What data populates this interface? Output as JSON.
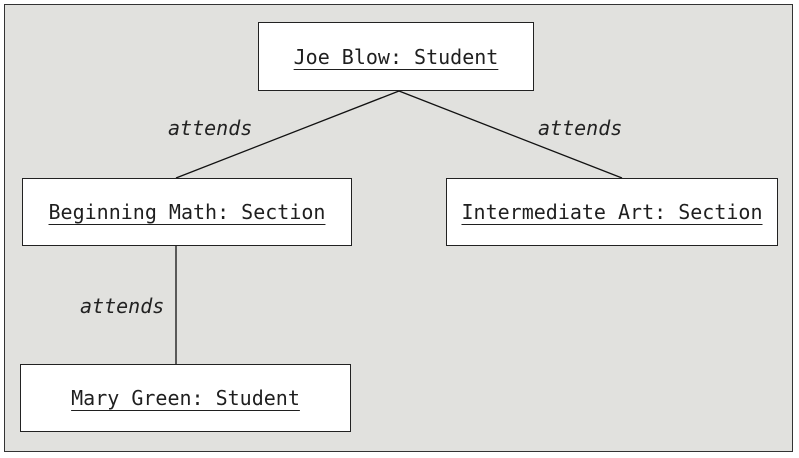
{
  "diagram": {
    "objects": {
      "joe": "Joe Blow: Student",
      "math": "Beginning Math: Section",
      "art": "Intermediate Art: Section",
      "mary": "Mary Green: Student"
    },
    "links": [
      {
        "from": "Joe Blow: Student",
        "to": "Beginning Math: Section",
        "label": "attends"
      },
      {
        "from": "Joe Blow: Student",
        "to": "Intermediate Art: Section",
        "label": "attends"
      },
      {
        "from": "Mary Green: Student",
        "to": "Beginning Math: Section",
        "label": "attends"
      }
    ]
  }
}
